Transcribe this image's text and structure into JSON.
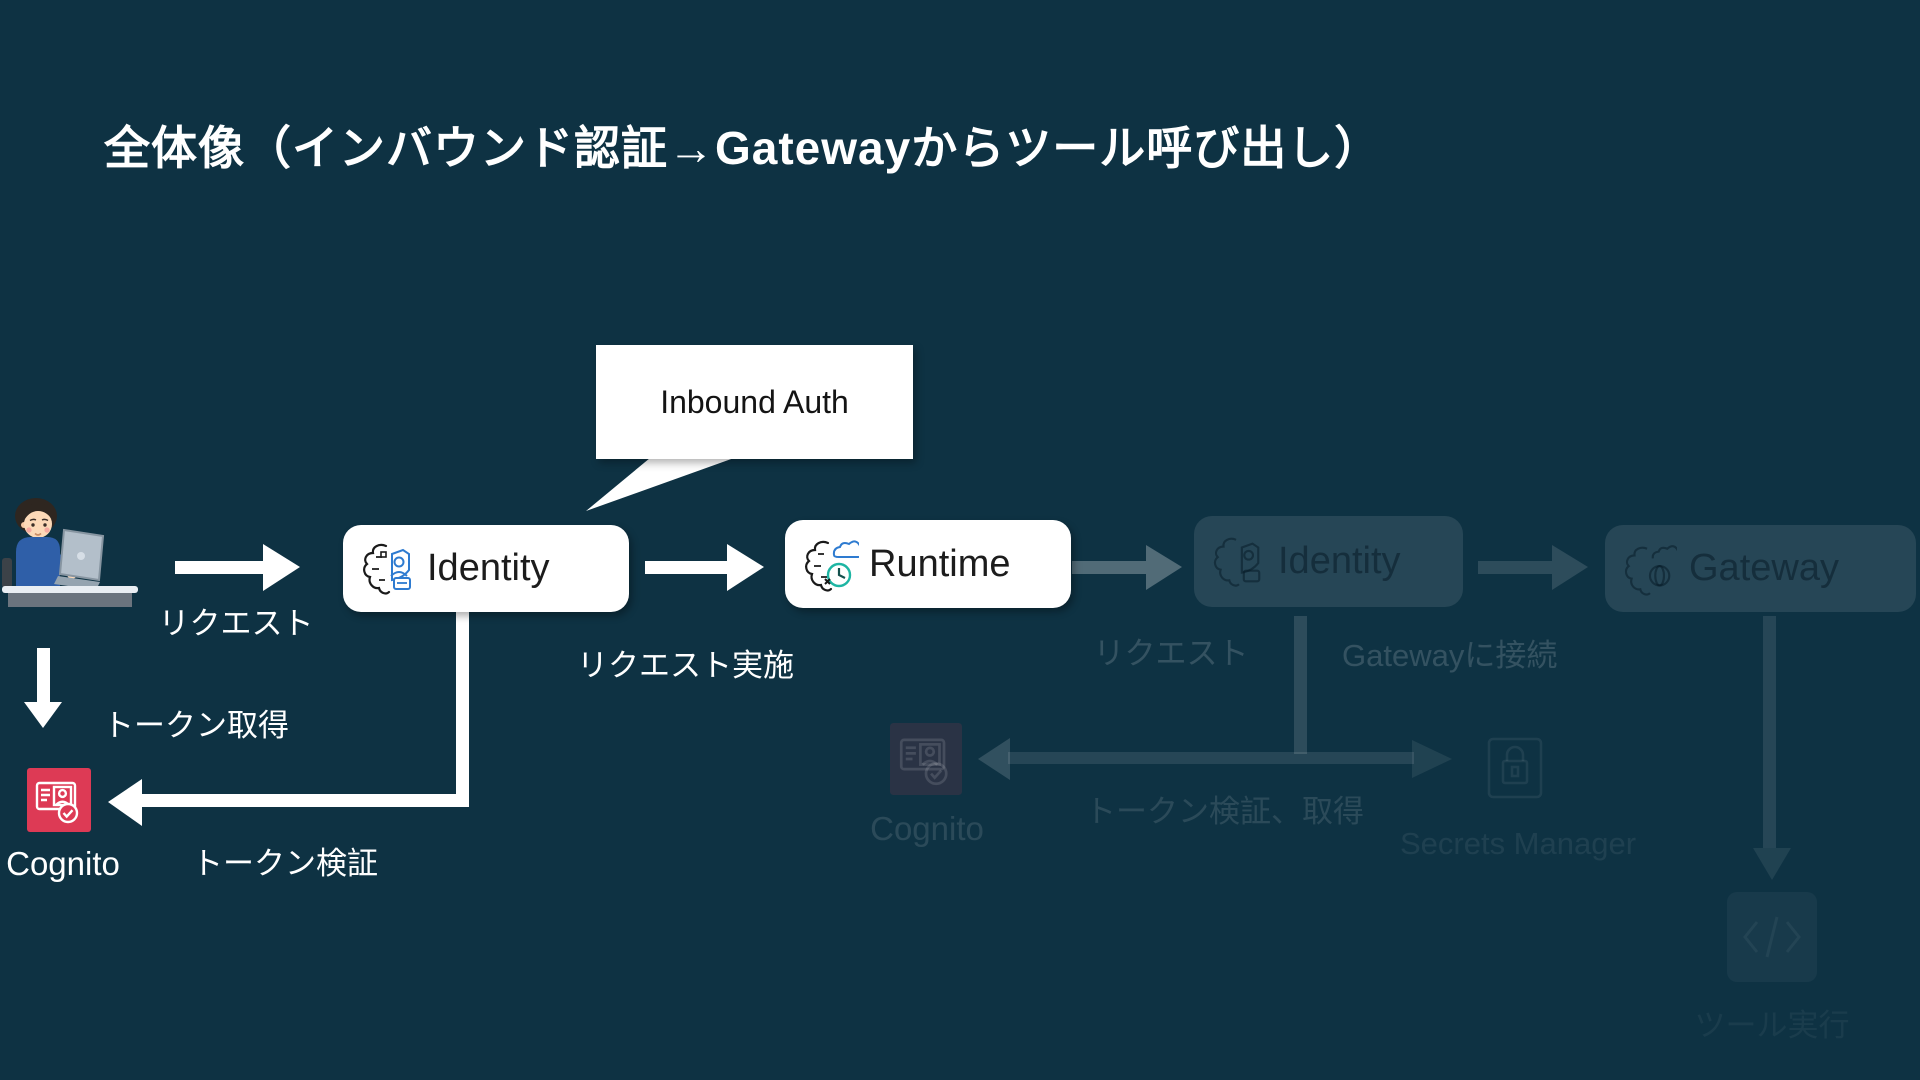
{
  "title": "全体像（インバウンド認証→Gatewayからツール呼び出し）",
  "callout": {
    "label": "Inbound Auth"
  },
  "nodes": {
    "identity": {
      "label": "Identity"
    },
    "runtime": {
      "label": "Runtime"
    },
    "identity_ghost": {
      "label": "Identity"
    },
    "gateway_ghost": {
      "label": "Gateway"
    },
    "cognito": {
      "label": "Cognito"
    },
    "cognito_ghost": {
      "label": "Cognito"
    },
    "secrets_manager_ghost": {
      "label": "Secrets Manager"
    }
  },
  "flow_labels": {
    "request": "リクエスト",
    "request_exec": "リクエスト実施",
    "token_get": "トークン取得",
    "token_verify": "トークン検証",
    "request_ghost": "リクエスト",
    "gateway_connect_ghost": "Gatewayに接続",
    "token_verify_get_ghost": "トークン検証、取得",
    "tool_exec_ghost": "ツール実行"
  },
  "icons": {
    "identity": "agentcore-identity-icon",
    "runtime": "agentcore-runtime-icon",
    "gateway": "agentcore-gateway-icon",
    "cognito": "cognito-icon",
    "secrets_manager": "secrets-manager-lock-icon",
    "user": "user-at-laptop-illustration"
  },
  "colors": {
    "background": "#0e3243",
    "node_white": "#ffffff",
    "cognito_red": "#dd3a55",
    "icon_blue": "#2e7bd0",
    "icon_teal": "#1db5a3",
    "node_text": "#1c1c1c",
    "label_white": "#ffffff"
  }
}
